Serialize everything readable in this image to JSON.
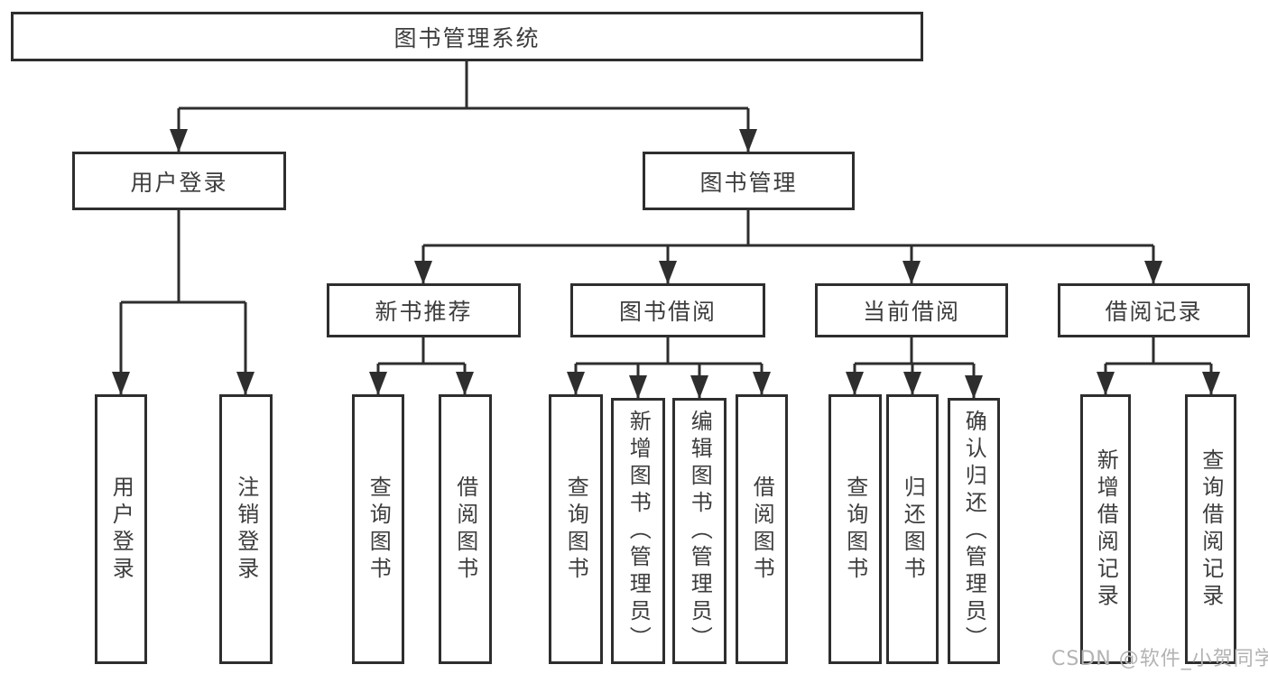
{
  "diagram": {
    "root": {
      "label": "图书管理系统"
    },
    "level2": {
      "user_login": {
        "label": "用户登录"
      },
      "book_management": {
        "label": "图书管理"
      }
    },
    "level3": {
      "new_book_recommend": {
        "label": "新书推荐"
      },
      "book_borrow": {
        "label": "图书借阅"
      },
      "current_borrow": {
        "label": "当前借阅"
      },
      "borrow_record": {
        "label": "借阅记录"
      }
    },
    "leaves": {
      "user_login": {
        "label": "用户登录"
      },
      "logout": {
        "label": "注销登录"
      },
      "query_book_1": {
        "label": "查询图书"
      },
      "borrow_book_1": {
        "label": "借阅图书"
      },
      "query_book_2": {
        "label": "查询图书"
      },
      "add_book_admin": {
        "label": "新增图书（管理员）"
      },
      "edit_book_admin": {
        "label": "编辑图书（管理员）"
      },
      "borrow_book_2": {
        "label": "借阅图书"
      },
      "query_book_3": {
        "label": "查询图书"
      },
      "return_book": {
        "label": "归还图书"
      },
      "confirm_return_admin": {
        "label": "确认归还（管理员）"
      },
      "add_borrow_record": {
        "label": "新增借阅记录"
      },
      "query_borrow_record": {
        "label": "查询借阅记录"
      }
    }
  },
  "watermark": {
    "text": "CSDN @软件_小贺同学"
  },
  "colors": {
    "line": "#2e2e2e",
    "border": "#2e2e2e",
    "text": "#3d3d3d",
    "watermark": "#b3b3b3",
    "background": "#ffffff"
  }
}
